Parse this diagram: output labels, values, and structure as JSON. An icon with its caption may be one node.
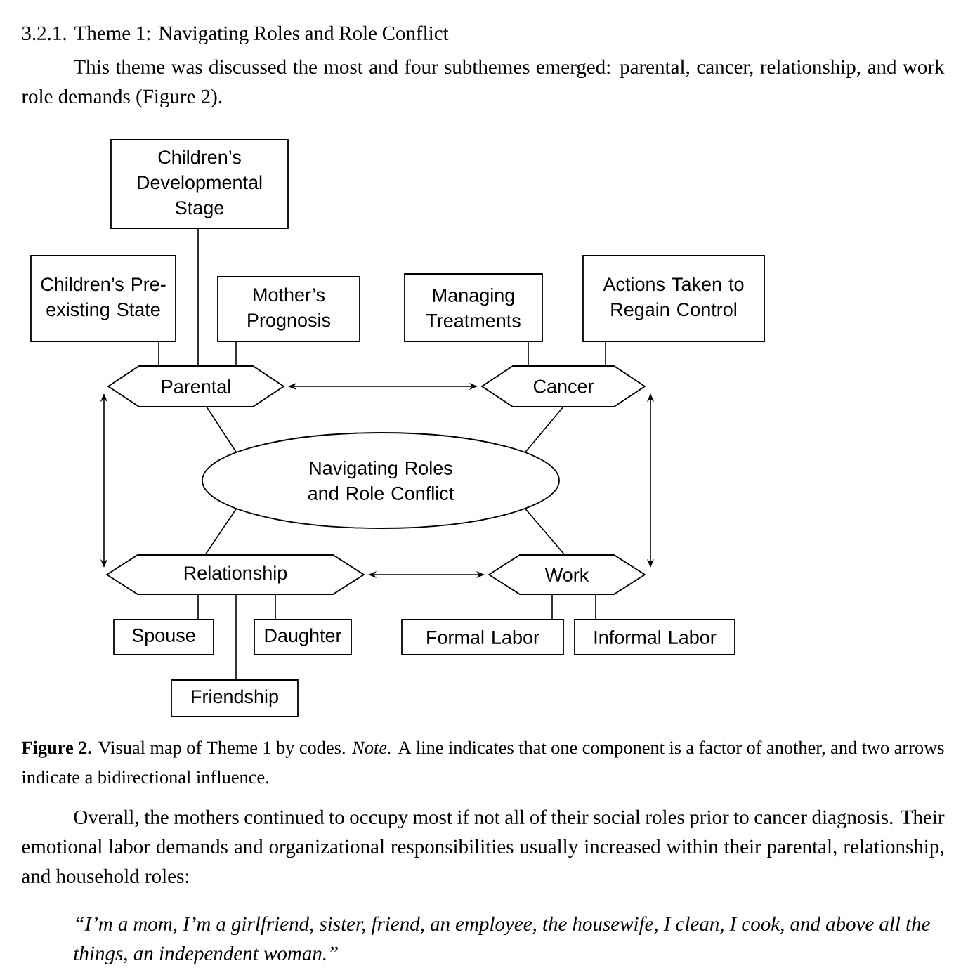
{
  "diagram": {
    "title": "3.2.1. Theme 1: Navigating Roles and Role Conflict",
    "caption": "**Figure 2.** Visual map of Theme 1 by codes. *Note.* A line indicates that one component is a factor of another, and two arrows indicate a bidirectional influence.",
    "nodes": [
      {
        "text": [
          "Children’s Developmental Stage"
        ]
      },
      {
        "text": [
          "Children’s Pre-existing State"
        ]
      },
      {
        "text": [
          "Mother’s Prognosis"
        ]
      },
      {
        "text": [
          "Managing Treatments"
        ]
      },
      {
        "text": [
          "Actions Taken to Regain Control"
        ]
      },
      {
        "text": [
          "Parental"
        ]
      },
      {
        "text": [
          "Cancer"
        ]
      },
      {
        "text": [
          "Navigating Roles and Role Conflict"
        ]
      },
      {
        "text": [
          "Relationship"
        ]
      },
      {
        "text": [
          "Work"
        ]
      },
      {
        "text": [
          "Spouse"
        ]
      },
      {
        "text": [
          "Daughter"
        ]
      },
      {
        "text": [
          "Formal Labor"
        ]
      },
      {
        "text": [
          "Informal Labor"
        ]
      },
      {
        "text": [
          "Friendship"
        ]
      }
    ],
    "edges": [
      {
        "from": 0,
        "to": 5,
        "arrow": "none"
      },
      {
        "from": 1,
        "to": 5,
        "arrow": "none"
      },
      {
        "from": 2,
        "to": 5,
        "arrow": "none"
      },
      {
        "from": 3,
        "to": 6,
        "arrow": "none"
      },
      {
        "from": 4,
        "to": 6,
        "arrow": "none"
      },
      {
        "from": 5,
        "to": 6,
        "arrow": "both"
      },
      {
        "from": 5,
        "to": 8,
        "arrow": "both"
      },
      {
        "from": 6,
        "to": 9,
        "arrow": "both"
      },
      {
        "from": 5,
        "to": 7,
        "arrow": "none"
      },
      {
        "from": 6,
        "to": 7,
        "arrow": "none"
      },
      {
        "from": 7,
        "to": 8,
        "arrow": "none"
      },
      {
        "from": 7,
        "to": 9,
        "arrow": "none"
      },
      {
        "from": 8,
        "to": 9,
        "arrow": "both"
      },
      {
        "from": 10,
        "to": 8,
        "arrow": "none"
      },
      {
        "from": 11,
        "to": 8,
        "arrow": "none"
      },
      {
        "from": 14,
        "to": 8,
        "arrow": "none"
      },
      {
        "from": 12,
        "to": 9,
        "arrow": "none"
      },
      {
        "from": 13,
        "to": 9,
        "arrow": "none"
      }
    ],
    "labels": [
      "This theme was discussed the most and four subthemes emerged: parental, cancer, relationship, and work role demands (Figure 2).",
      "Overall, the mothers continued to occupy most if not all of their social roles prior to cancer diagnosis. Their emotional labor demands and organizational responsibilities usually increased within their parental, relationship, and household roles:",
      "“I’m a mom, I’m a girlfriend, sister, friend, an employee, the housewife, I clean, I cook, and above all the things, an independent woman.”"
    ]
  }
}
